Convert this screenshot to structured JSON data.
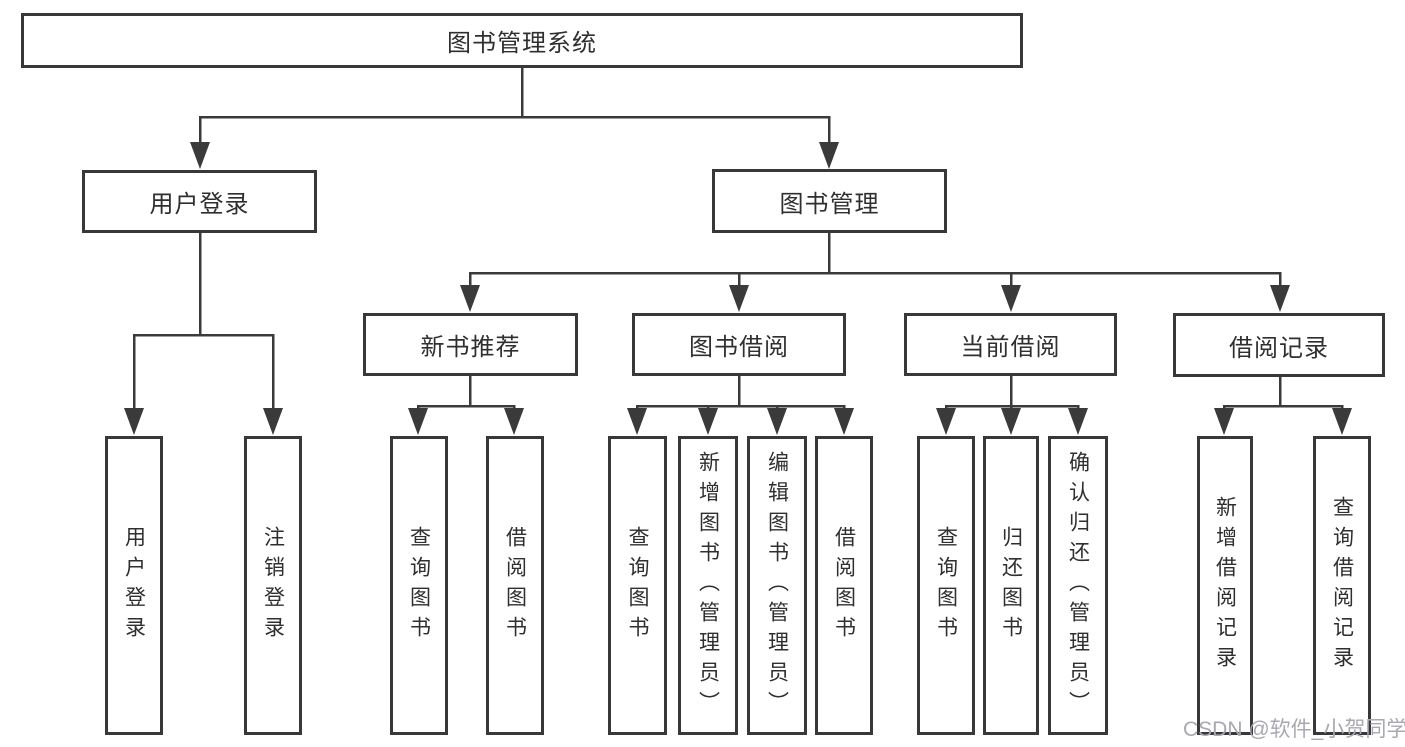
{
  "diagram": {
    "root": {
      "label": "图书管理系统"
    },
    "branches": [
      {
        "label": "用户登录",
        "children": [
          {
            "label": "用户登录"
          },
          {
            "label": "注销登录"
          }
        ]
      },
      {
        "label": "图书管理",
        "children": [
          {
            "label": "新书推荐",
            "children": [
              {
                "label": "查询图书"
              },
              {
                "label": "借阅图书"
              }
            ]
          },
          {
            "label": "图书借阅",
            "children": [
              {
                "label": "查询图书"
              },
              {
                "label": "新增图书（管理员）"
              },
              {
                "label": "编辑图书（管理员）"
              },
              {
                "label": "借阅图书"
              }
            ]
          },
          {
            "label": "当前借阅",
            "children": [
              {
                "label": "查询图书"
              },
              {
                "label": "归还图书"
              },
              {
                "label": "确认归还（管理员）"
              }
            ]
          },
          {
            "label": "借阅记录",
            "children": [
              {
                "label": "新增借阅记录"
              },
              {
                "label": "查询借阅记录"
              }
            ]
          }
        ]
      }
    ]
  },
  "watermark": {
    "text": "CSDN @软件_小贺同学",
    "color": "#a8a8b2"
  },
  "colors": {
    "line": "#3a3a3a",
    "border": "#383838",
    "text": "#2f2f2f",
    "background": "#ffffff"
  }
}
